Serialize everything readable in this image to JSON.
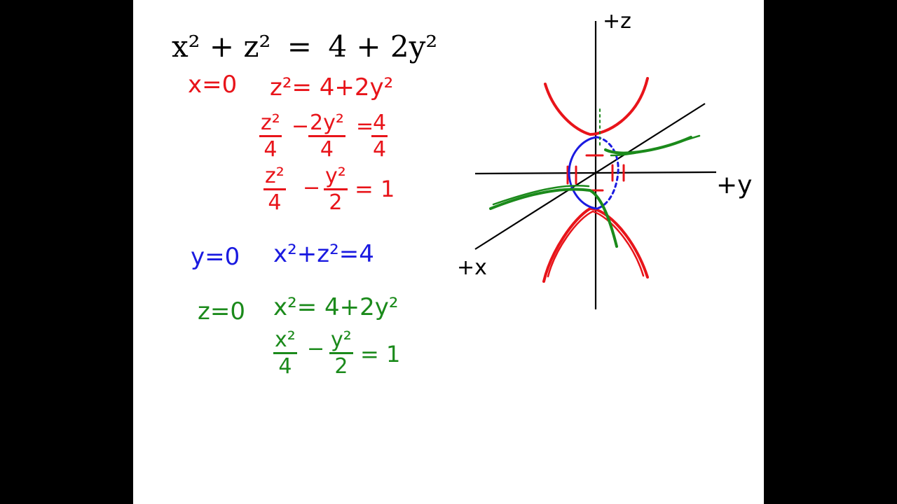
{
  "equation": {
    "lhs": "x² + z²",
    "eq": "=",
    "rhs": "4 + 2y²"
  },
  "trace_x": {
    "label": "x=0",
    "line1": "z²= 4+2y²",
    "frac1": {
      "n1": "z²",
      "d1": "4",
      "op": "−",
      "n2": "2y²",
      "d2": "4",
      "eq": "=",
      "n3": "4",
      "d3": "4"
    },
    "frac2": {
      "n1": "z²",
      "d1": "4",
      "op": "−",
      "n2": "y²",
      "d2": "2",
      "rhs": "= 1"
    }
  },
  "trace_y": {
    "label": "y=0",
    "line1": "x²+z²=4"
  },
  "trace_z": {
    "label": "z=0",
    "line1": "x²= 4+2y²",
    "frac": {
      "n1": "x²",
      "d1": "4",
      "op": "−",
      "n2": "y²",
      "d2": "2",
      "rhs": "= 1"
    }
  },
  "axes": {
    "z_label": "+z",
    "y_label": "+y",
    "x_label": "+x"
  },
  "colors": {
    "x_trace": "#e8141a",
    "y_trace": "#1a1ae0",
    "z_trace": "#1b8a1b",
    "background": "#000000",
    "page": "#ffffff"
  }
}
